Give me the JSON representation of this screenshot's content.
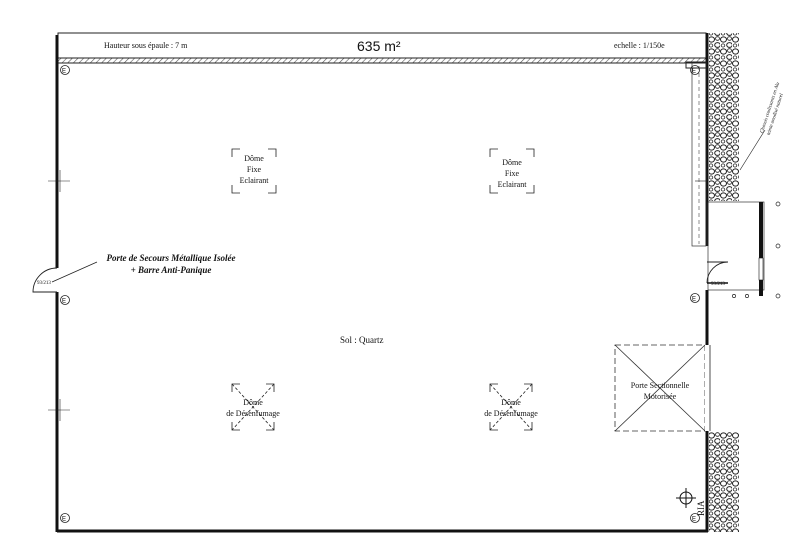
{
  "header": {
    "height_label": "Hauteur sous épaule : 7 m",
    "area": "635 m²",
    "scale_label": "echelle : 1/150e"
  },
  "elements": {
    "dome_fixe_label": [
      "Dôme",
      "Fixe",
      "Eclairant"
    ],
    "dome_desenfumage_label": [
      "Dôme",
      "de Désenfumage"
    ],
    "emergency_door_label": [
      "Porte de Secours Métallique Isolée",
      "+ Barre Anti-Panique"
    ],
    "floor_label": "Sol : Quartz",
    "sectional_door_label": [
      "Porte Sectionnelle",
      "Motorisée"
    ],
    "ria_label": "RIA",
    "door_dim_left": "93/213",
    "door_dim_right": "93/213",
    "side_note": [
      "Chassis coulissants en Alu",
      "teinte anodisé naturel"
    ]
  },
  "colors": {
    "ink": "#1a1a1a",
    "hatch": "#555555",
    "paper": "#ffffff"
  }
}
